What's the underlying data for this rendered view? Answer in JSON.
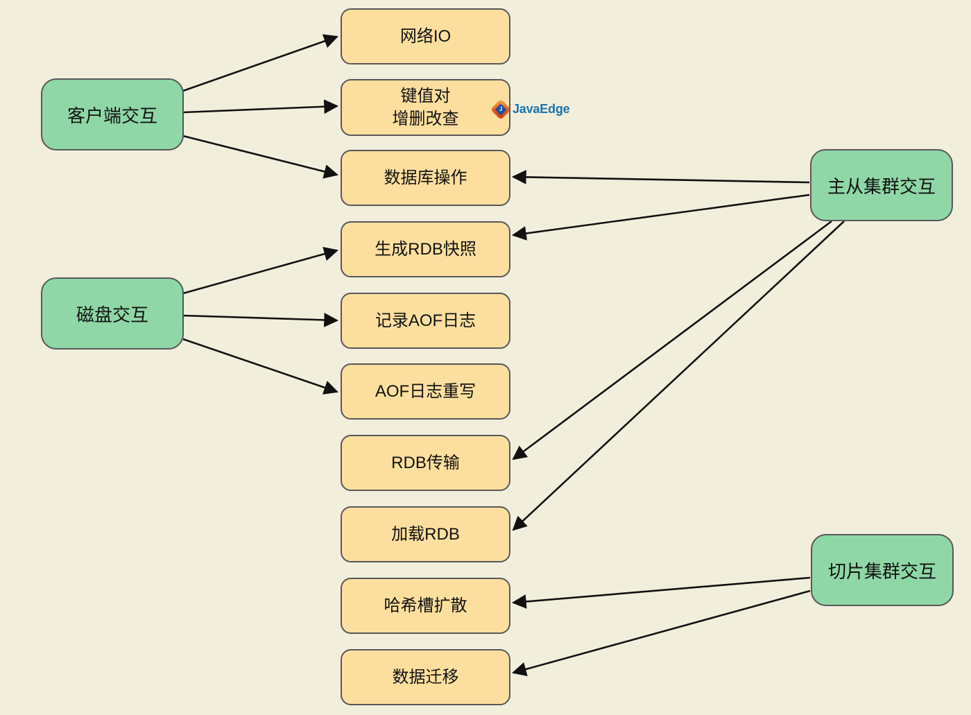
{
  "diagram": {
    "title_hint": "Redis interaction flow diagram",
    "nodes": {
      "client_interaction": "客户端交互",
      "disk_interaction": "磁盘交互",
      "master_slave_cluster": "主从集群交互",
      "sharded_cluster": "切片集群交互",
      "network_io": "网络IO",
      "kv_crud": "键值对\n增删改查",
      "db_operation": "数据库操作",
      "rdb_snapshot": "生成RDB快照",
      "aof_log": "记录AOF日志",
      "aof_rewrite": "AOF日志重写",
      "rdb_transfer": "RDB传输",
      "load_rdb": "加载RDB",
      "hash_slot_spread": "哈希槽扩散",
      "data_migration": "数据迁移"
    },
    "edges": [
      {
        "from": "客户端交互",
        "to": "网络IO"
      },
      {
        "from": "客户端交互",
        "to": "键值对增删改查"
      },
      {
        "from": "客户端交互",
        "to": "数据库操作"
      },
      {
        "from": "磁盘交互",
        "to": "生成RDB快照"
      },
      {
        "from": "磁盘交互",
        "to": "记录AOF日志"
      },
      {
        "from": "磁盘交互",
        "to": "AOF日志重写"
      },
      {
        "from": "主从集群交互",
        "to": "数据库操作"
      },
      {
        "from": "主从集群交互",
        "to": "生成RDB快照"
      },
      {
        "from": "主从集群交互",
        "to": "RDB传输"
      },
      {
        "from": "主从集群交互",
        "to": "加载RDB"
      },
      {
        "from": "切片集群交互",
        "to": "哈希槽扩散"
      },
      {
        "from": "切片集群交互",
        "to": "数据迁移"
      }
    ],
    "watermark": {
      "brand": "JavaEdge",
      "icon_letter": "J"
    },
    "colors": {
      "background": "#f1eedc",
      "process_fill": "#fcdf9e",
      "actor_fill": "#8fd7a6",
      "border": "#57575a",
      "arrow": "#111111",
      "brand_blue": "#1b74ad"
    }
  }
}
